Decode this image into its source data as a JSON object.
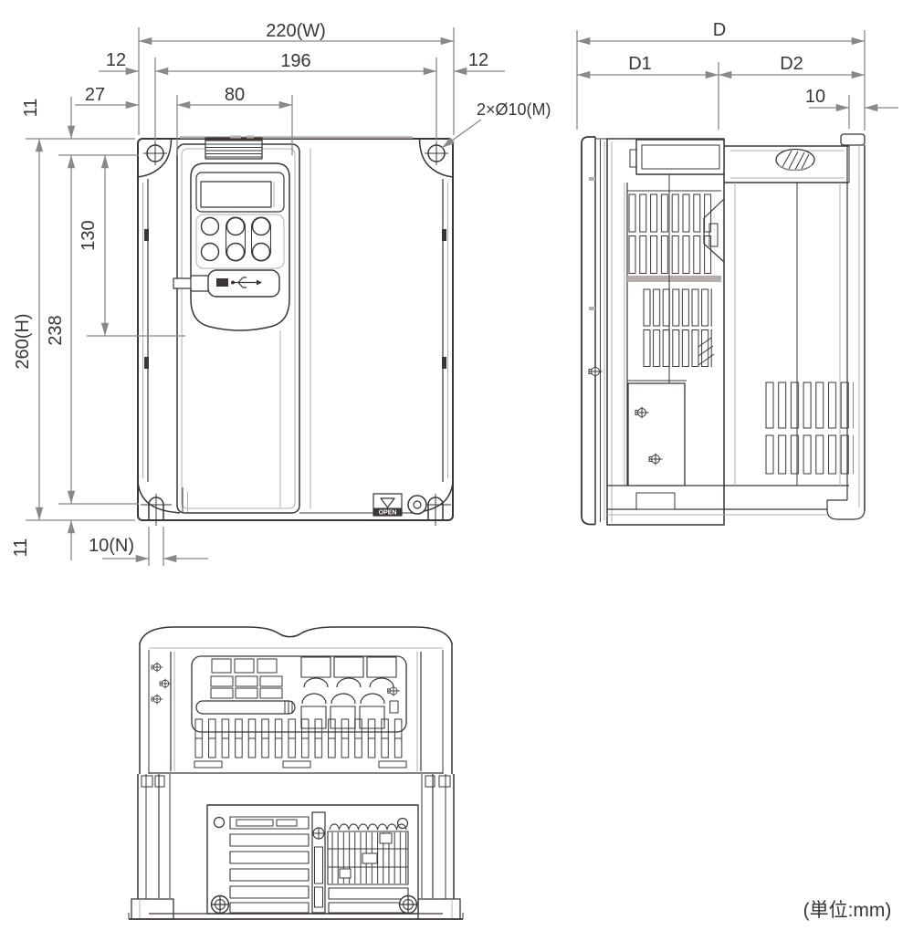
{
  "units_note": "(単位:mm)",
  "front_view": {
    "dims": {
      "total_width": "220(W)",
      "mounting_width": "196",
      "side_offset_left": "12",
      "side_offset_right": "12",
      "keypad_offset": "27",
      "keypad_width": "80",
      "top_hole_offset": "11",
      "keypad_bottom_height": "130",
      "mounting_height": "238",
      "total_height": "260(H)",
      "bottom_slot_width": "10(N)",
      "bottom_hole_offset": "11",
      "mounting_holes": "2×Ø10(M)"
    },
    "open_label": "OPEN"
  },
  "side_view": {
    "dims": {
      "total_depth": "D",
      "front_depth": "D1",
      "rear_depth": "D2",
      "flange_thickness": "10"
    }
  },
  "colors": {
    "line": "#3b3533",
    "light_line": "#b5aeaa",
    "dimension": "#8b8785",
    "text": "#3b3533",
    "background": "#ffffff"
  }
}
